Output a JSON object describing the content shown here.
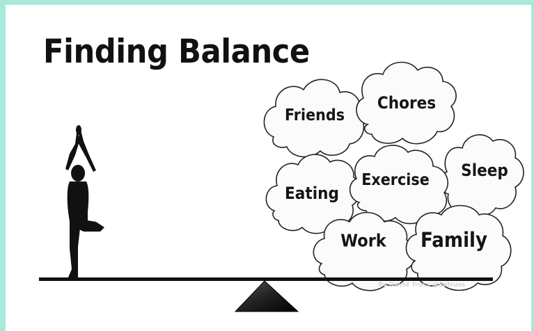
{
  "title": "Finding Balance",
  "clouds": [
    "Friends",
    "Chores",
    "Sleep",
    "Eating",
    "Exercise",
    "Work",
    "Family"
  ],
  "credit": "By David Truss @datruss",
  "colors": {
    "border": "#a8e9da",
    "ink": "#111111",
    "background": "#ffffff"
  },
  "icons": [
    "yoga-pose-figure",
    "seesaw-plank",
    "triangle-fulcrum",
    "cloud-shapes"
  ]
}
